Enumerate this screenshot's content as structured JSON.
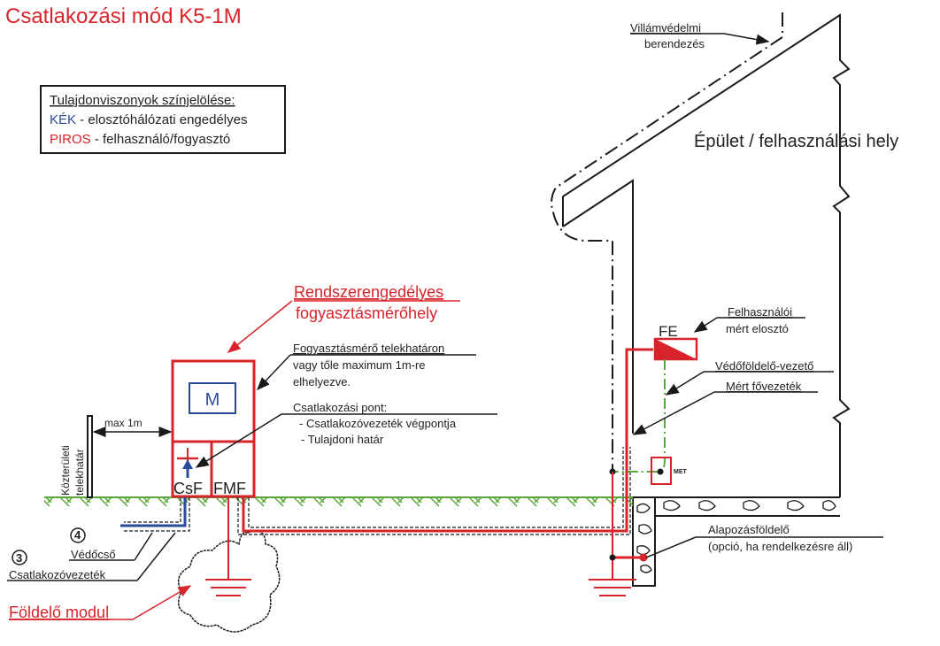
{
  "title": "Csatlakozási mód K5-1M",
  "legend": {
    "heading": "Tulajdonviszonyok színjelölése:",
    "blue_key": "KÉK",
    "blue_desc": " - elosztóhálózati engedélyes",
    "red_key": "PIROS",
    "red_desc": " - felhasználó/fogyasztó"
  },
  "labels": {
    "lightning": [
      "Villámvédelmi",
      "berendezés"
    ],
    "building": "Épület / felhasználási hely",
    "metering_point": [
      "Rendszerengedélyes",
      "fogyasztásmérőhely"
    ],
    "meter_note": [
      "Fogyasztásmérő telekhatáron",
      "vagy tőle maximum 1m-re",
      "elhelyezve."
    ],
    "connection_point": [
      "Csatlakozási pont:",
      "-  Csatlakozóvezeték végpontja",
      "- Tulajdoni határ"
    ],
    "meter_symbol": "M",
    "csf": "CsF",
    "fmf": "FMF",
    "max_distance": "max 1m",
    "boundary": [
      "Közterületi",
      "telekhatár"
    ],
    "num4": "4",
    "num3": "3",
    "conduit": "Védőcső",
    "service_line": "Csatlakozóvezeték",
    "earthing_module": "Földelő modul",
    "fe": "FE",
    "distributor": [
      "Felhasználói",
      "mért elosztó"
    ],
    "pe_conductor": "Védőföldelő-vezető",
    "main_line": "Mért fővezeték",
    "met": "MET",
    "foundation_earth": [
      "Alapozásföldelő",
      "(opció, ha rendelkezésre áll)"
    ]
  },
  "colors": {
    "red": "#d8232a",
    "blue": "#2a4a9a",
    "green": "#5aa83c",
    "black": "#1a1a1a"
  }
}
